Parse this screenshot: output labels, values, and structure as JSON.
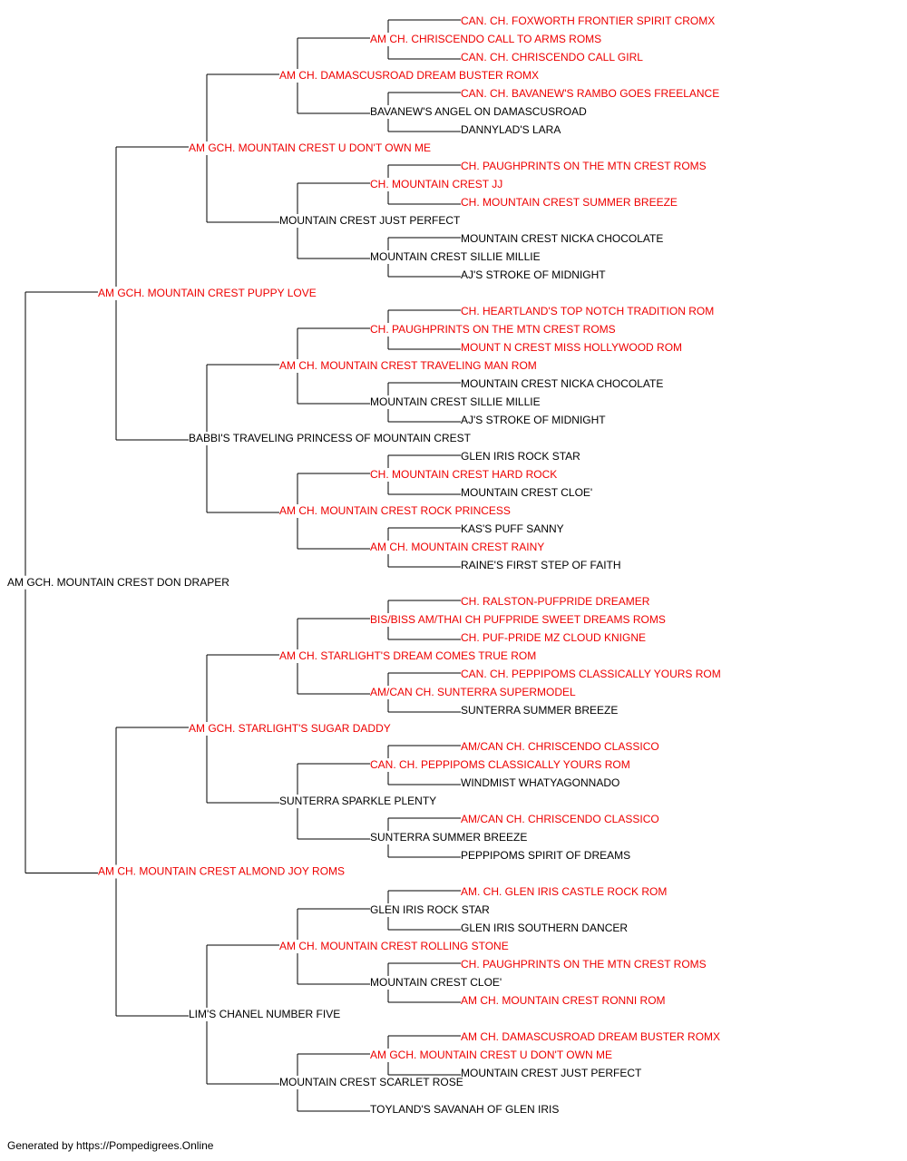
{
  "colors": {
    "champion": "#ee0000",
    "normal": "#000000",
    "line": "#000000"
  },
  "footer": {
    "text": "Generated by https://Pompedigrees.Online"
  },
  "pedigree": {
    "name": "AM GCH. MOUNTAIN CREST DON DRAPER",
    "champion": false,
    "parents": [
      {
        "name": "AM GCH. MOUNTAIN CREST PUPPY LOVE",
        "champion": true,
        "parents": [
          {
            "name": "AM GCH. MOUNTAIN CREST U DON'T OWN ME",
            "champion": true,
            "parents": [
              {
                "name": "AM CH. DAMASCUSROAD DREAM BUSTER ROMX",
                "champion": true,
                "parents": [
                  {
                    "name": "AM CH. CHRISCENDO CALL TO ARMS ROMS",
                    "champion": true,
                    "parents": [
                      {
                        "name": "CAN. CH. FOXWORTH FRONTIER SPIRIT CROMX",
                        "champion": true
                      },
                      {
                        "name": "CAN. CH. CHRISCENDO CALL GIRL",
                        "champion": true
                      }
                    ]
                  },
                  {
                    "name": "BAVANEW'S ANGEL ON DAMASCUSROAD",
                    "champion": false,
                    "parents": [
                      {
                        "name": "CAN. CH. BAVANEW'S RAMBO GOES FREELANCE",
                        "champion": true
                      },
                      {
                        "name": "DANNYLAD'S LARA",
                        "champion": false
                      }
                    ]
                  }
                ]
              },
              {
                "name": "MOUNTAIN CREST JUST PERFECT",
                "champion": false,
                "parents": [
                  {
                    "name": "CH. MOUNTAIN CREST JJ",
                    "champion": true,
                    "parents": [
                      {
                        "name": "CH. PAUGHPRINTS ON THE MTN CREST ROMS",
                        "champion": true
                      },
                      {
                        "name": "CH. MOUNTAIN CREST SUMMER BREEZE",
                        "champion": true
                      }
                    ]
                  },
                  {
                    "name": "MOUNTAIN CREST SILLIE MILLIE",
                    "champion": false,
                    "parents": [
                      {
                        "name": "MOUNTAIN CREST NICKA CHOCOLATE",
                        "champion": false
                      },
                      {
                        "name": "AJ'S STROKE OF MIDNIGHT",
                        "champion": false
                      }
                    ]
                  }
                ]
              }
            ]
          },
          {
            "name": "BABBI'S TRAVELING PRINCESS OF MOUNTAIN CREST",
            "champion": false,
            "parents": [
              {
                "name": "AM CH. MOUNTAIN CREST TRAVELING MAN ROM",
                "champion": true,
                "parents": [
                  {
                    "name": "CH. PAUGHPRINTS ON THE MTN CREST ROMS",
                    "champion": true,
                    "parents": [
                      {
                        "name": "CH. HEARTLAND'S TOP NOTCH TRADITION ROM",
                        "champion": true
                      },
                      {
                        "name": "MOUNT N CREST MISS HOLLYWOOD ROM",
                        "champion": true
                      }
                    ]
                  },
                  {
                    "name": "MOUNTAIN CREST SILLIE MILLIE",
                    "champion": false,
                    "parents": [
                      {
                        "name": "MOUNTAIN CREST NICKA CHOCOLATE",
                        "champion": false
                      },
                      {
                        "name": "AJ'S STROKE OF MIDNIGHT",
                        "champion": false
                      }
                    ]
                  }
                ]
              },
              {
                "name": "AM CH. MOUNTAIN CREST ROCK PRINCESS",
                "champion": true,
                "parents": [
                  {
                    "name": "CH. MOUNTAIN CREST HARD ROCK",
                    "champion": true,
                    "parents": [
                      {
                        "name": "GLEN IRIS ROCK STAR",
                        "champion": false
                      },
                      {
                        "name": "MOUNTAIN CREST CLOE'",
                        "champion": false
                      }
                    ]
                  },
                  {
                    "name": "AM CH. MOUNTAIN CREST RAINY",
                    "champion": true,
                    "parents": [
                      {
                        "name": "KAS'S PUFF SANNY",
                        "champion": false
                      },
                      {
                        "name": "RAINE'S FIRST STEP OF FAITH",
                        "champion": false
                      }
                    ]
                  }
                ]
              }
            ]
          }
        ]
      },
      {
        "name": "AM CH. MOUNTAIN CREST ALMOND JOY ROMS",
        "champion": true,
        "parents": [
          {
            "name": "AM GCH. STARLIGHT'S SUGAR DADDY",
            "champion": true,
            "parents": [
              {
                "name": "AM CH. STARLIGHT'S DREAM COMES TRUE ROM",
                "champion": true,
                "parents": [
                  {
                    "name": "BIS/BISS AM/THAI CH PUFPRIDE SWEET DREAMS ROMS",
                    "champion": true,
                    "parents": [
                      {
                        "name": "CH. RALSTON-PUFPRIDE DREAMER",
                        "champion": true
                      },
                      {
                        "name": "CH. PUF-PRIDE MZ CLOUD KNIGNE",
                        "champion": true
                      }
                    ]
                  },
                  {
                    "name": "AM/CAN CH. SUNTERRA SUPERMODEL",
                    "champion": true,
                    "parents": [
                      {
                        "name": "CAN. CH. PEPPIPOMS CLASSICALLY YOURS ROM",
                        "champion": true
                      },
                      {
                        "name": "SUNTERRA SUMMER BREEZE",
                        "champion": false
                      }
                    ]
                  }
                ]
              },
              {
                "name": "SUNTERRA SPARKLE PLENTY",
                "champion": false,
                "parents": [
                  {
                    "name": "CAN. CH. PEPPIPOMS CLASSICALLY YOURS ROM",
                    "champion": true,
                    "parents": [
                      {
                        "name": "AM/CAN CH. CHRISCENDO CLASSICO",
                        "champion": true
                      },
                      {
                        "name": "WINDMIST WHATYAGONNADO",
                        "champion": false
                      }
                    ]
                  },
                  {
                    "name": "SUNTERRA SUMMER BREEZE",
                    "champion": false,
                    "parents": [
                      {
                        "name": "AM/CAN CH. CHRISCENDO CLASSICO",
                        "champion": true
                      },
                      {
                        "name": "PEPPIPOMS SPIRIT OF DREAMS",
                        "champion": false
                      }
                    ]
                  }
                ]
              }
            ]
          },
          {
            "name": "LIM'S CHANEL NUMBER FIVE",
            "champion": false,
            "parents": [
              {
                "name": "AM CH. MOUNTAIN CREST ROLLING STONE",
                "champion": true,
                "parents": [
                  {
                    "name": "GLEN IRIS ROCK STAR",
                    "champion": false,
                    "parents": [
                      {
                        "name": "AM. CH. GLEN IRIS CASTLE ROCK ROM",
                        "champion": true
                      },
                      {
                        "name": "GLEN IRIS SOUTHERN DANCER",
                        "champion": false
                      }
                    ]
                  },
                  {
                    "name": "MOUNTAIN CREST CLOE'",
                    "champion": false,
                    "parents": [
                      {
                        "name": "CH. PAUGHPRINTS ON THE MTN CREST ROMS",
                        "champion": true
                      },
                      {
                        "name": "AM CH. MOUNTAIN CREST RONNI ROM",
                        "champion": true
                      }
                    ]
                  }
                ]
              },
              {
                "name": "MOUNTAIN CREST SCARLET ROSE",
                "champion": false,
                "parents": [
                  {
                    "name": "AM GCH. MOUNTAIN CREST U DON'T OWN ME",
                    "champion": true,
                    "parents": [
                      {
                        "name": "AM CH. DAMASCUSROAD DREAM BUSTER ROMX",
                        "champion": true
                      },
                      {
                        "name": "MOUNTAIN CREST JUST PERFECT",
                        "champion": false
                      }
                    ]
                  },
                  {
                    "name": "TOYLAND'S SAVANAH OF GLEN IRIS",
                    "champion": false
                  }
                ]
              }
            ]
          }
        ]
      }
    ]
  }
}
